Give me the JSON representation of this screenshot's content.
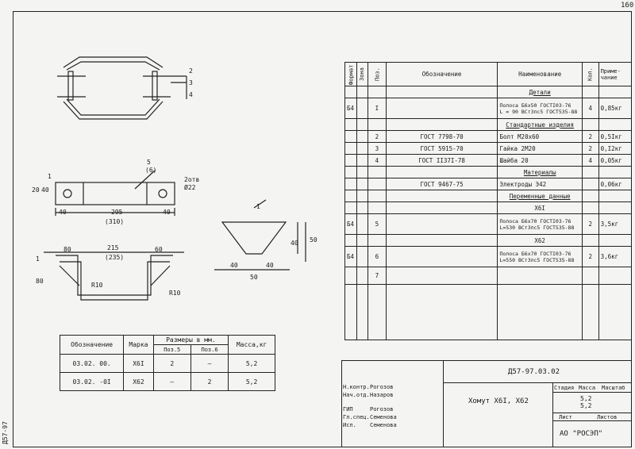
{
  "sheet_number": "160",
  "margin_code": "Д57-97",
  "drawing_dims": {
    "top_view": [
      "2",
      "3",
      "4"
    ],
    "side_view": [
      "5",
      "(6)",
      "20",
      "40",
      "1",
      "2отв",
      "Ø22",
      "40",
      "295",
      "40",
      "(310)"
    ],
    "front_view": [
      "80",
      "215",
      "60",
      "(235)",
      "1",
      "80",
      "R10",
      "R10"
    ],
    "detail": [
      "1",
      "40",
      "50",
      "40",
      "40",
      "50"
    ]
  },
  "mass_table": {
    "headers": [
      "Обозначение",
      "Марка",
      "Размеры в мм.",
      "Масса,кг"
    ],
    "subheaders": [
      "Поз.5",
      "Поз.6"
    ],
    "rows": [
      [
        "03.02. 00.",
        "Х6I",
        "2",
        "–",
        "5,2"
      ],
      [
        "03.02. -0I",
        "Х62",
        "–",
        "2",
        "5,2"
      ]
    ]
  },
  "spec_table": {
    "headers": [
      "Формат",
      "Зона",
      "Поз.",
      "Обозначение",
      "Наименование",
      "Кол.",
      "Приме-чание"
    ],
    "sections": {
      "details": "Детали",
      "standard": "Стандартные изделия",
      "materials": "Материалы",
      "variable": "Переменные данные"
    },
    "rows": {
      "r1": {
        "fmt": "Б4",
        "pos": "I",
        "name1": "Полоса Б6х50 ГОСТI03-76",
        "name2": "L = 90 ВСт3пс5 ГОСТ535-88",
        "qty": "4",
        "note": "0,85кг"
      },
      "r2": {
        "pos": "2",
        "code": "ГОСТ 7798-70",
        "name": "Болт М20х60",
        "qty": "2",
        "note": "0,5Iкг"
      },
      "r3": {
        "pos": "3",
        "code": "ГОСТ 5915-70",
        "name": "Гайка 2М20",
        "qty": "2",
        "note": "0,I2кг"
      },
      "r4": {
        "pos": "4",
        "code": "ГОСТ II37I-78",
        "name": "Шайба 20",
        "qty": "4",
        "note": "0,05кг"
      },
      "r5": {
        "code": "ГОСТ 9467-75",
        "name": "Электроды Э42",
        "note": "0,06кг"
      },
      "x61": "Х6I",
      "r6": {
        "fmt": "Б4",
        "pos": "5",
        "name1": "Полоса Б6х70 ГОСТI03-76",
        "name2": "L=530 ВСт3пс5 ГОСТ535-88",
        "qty": "2",
        "note": "3,5кг"
      },
      "x62": "Х62",
      "r7": {
        "fmt": "Б4",
        "pos": "6",
        "name1": "Полоса Б6х70 ГОСТI03-76",
        "name2": "L=550 ВСт3пс5 ГОСТ535-88",
        "qty": "2",
        "note": "3,6кг"
      },
      "r8": {
        "pos": "7"
      }
    }
  },
  "title_block": {
    "doc_code": "Д57-97.03.02",
    "title": "Хомут Х6I, Х62",
    "stage_hdr": "Стадия",
    "mass_hdr": "Масса",
    "scale_hdr": "Масштаб",
    "mass_vals": [
      "5,2",
      "5,2"
    ],
    "sheet_hdr": "Лист",
    "sheets_hdr": "Листов",
    "org": "АО \"РОСЭП\"",
    "people": [
      [
        "Н.контр.",
        "Рогозов"
      ],
      [
        "Нач.отд.",
        "Назаров"
      ],
      [
        "ГИП",
        "Рогозов"
      ],
      [
        "Гл.спец.",
        "Семенова"
      ],
      [
        "Исп.",
        "Семенова"
      ]
    ]
  }
}
